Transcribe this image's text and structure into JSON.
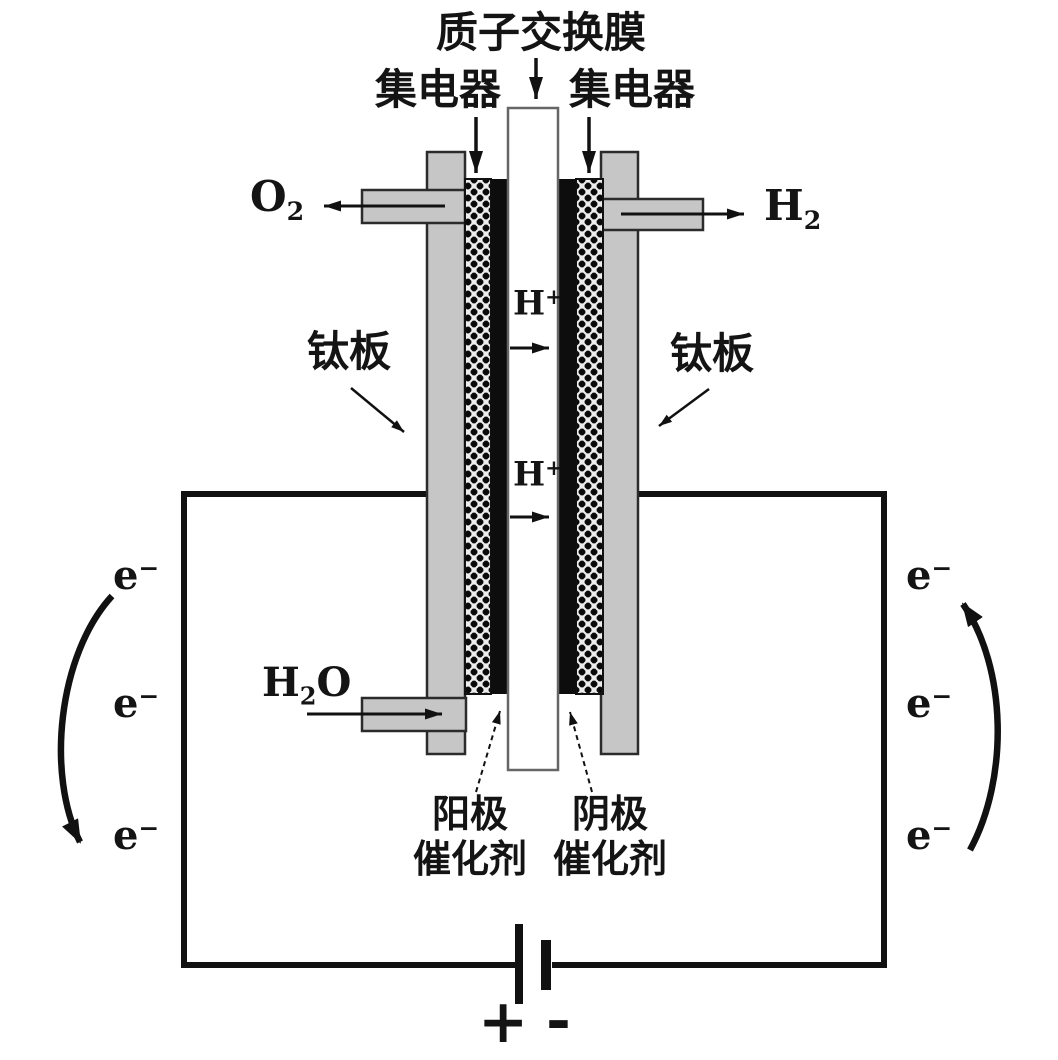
{
  "labels": {
    "membrane": "质子交换膜",
    "collector_left": "集电器",
    "collector_right": "集电器",
    "titanium_left": "钛板",
    "titanium_right": "钛板"
  },
  "species": {
    "oxygen": {
      "base": "O",
      "sub": "2"
    },
    "hydrogen": {
      "base": "H",
      "sub": "2"
    },
    "water": {
      "h": "H",
      "sub": "2",
      "o": "O"
    },
    "proton": {
      "base": "H",
      "sup": "+"
    },
    "electron": {
      "base": "e",
      "sup": "−"
    }
  },
  "catalyst": {
    "anode_line1": "阳极",
    "anode_line2": "催化剂",
    "cathode_line1": "阴极",
    "cathode_line2": "催化剂"
  },
  "battery": {
    "plus": "+",
    "minus": "-"
  },
  "colors": {
    "plate_gray": "#c6c6c6",
    "line_black": "#111111",
    "catalyst_black": "#0d0d0d",
    "membrane_border": "#666666",
    "background": "#ffffff"
  }
}
